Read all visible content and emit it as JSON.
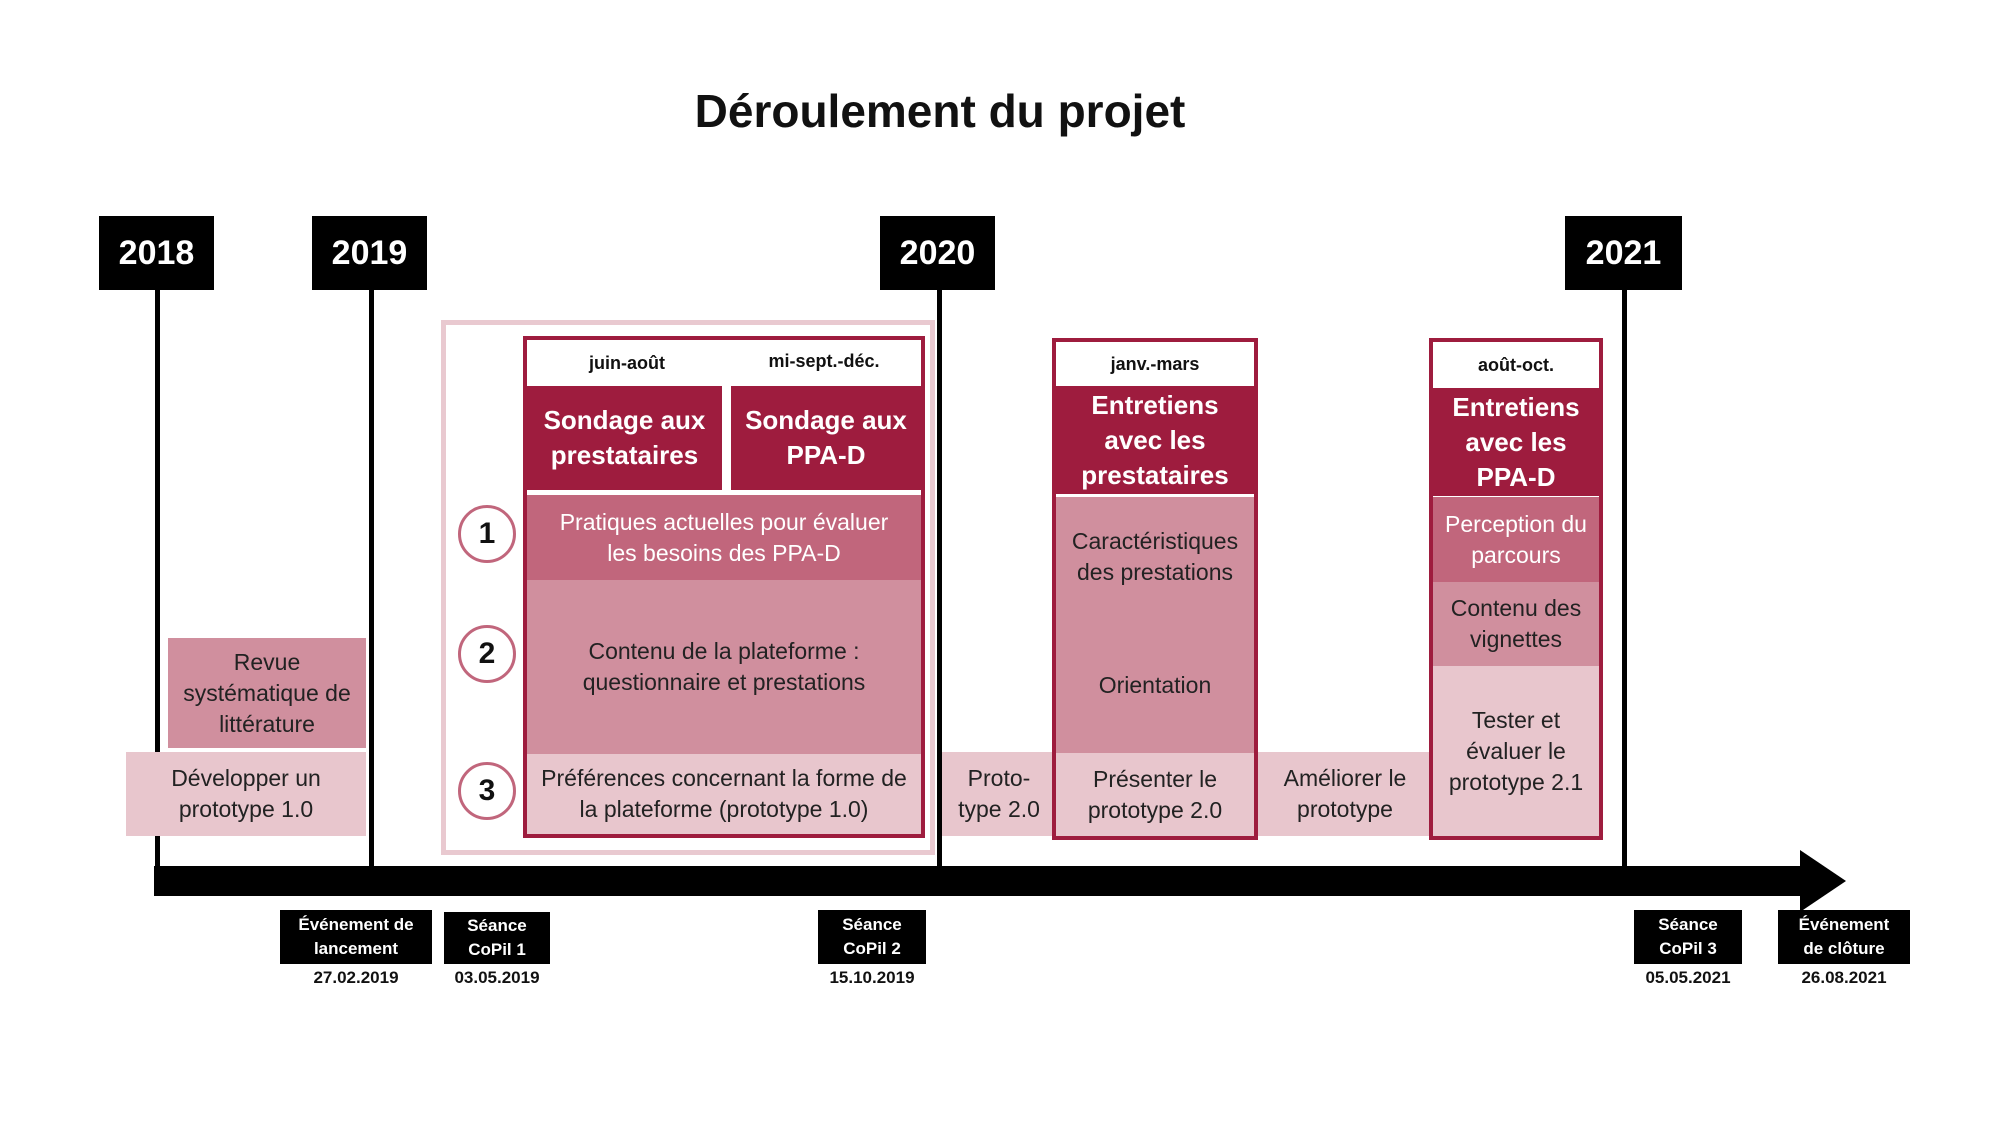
{
  "title": "Déroulement du projet",
  "years": [
    "2018",
    "2019",
    "2020",
    "2021"
  ],
  "left": {
    "review": "Revue systématique de littérature",
    "develop": "Développer un prototype 1.0"
  },
  "phase1": {
    "header_a": "juin-août",
    "header_b": "mi-sept.-déc.",
    "title_a": "Sondage aux prestataires",
    "title_b": "Sondage aux PPA-D",
    "item1": "Pratiques actuelles pour évaluer les besoins des PPA-D",
    "item2": "Contenu de la plateforme : questionnaire et prestations",
    "item3": "Préférences concernant la forme de la plateforme (prototype 1.0)",
    "numbers": [
      "1",
      "2",
      "3"
    ]
  },
  "prototype2": "Proto-type 2.0",
  "phase2": {
    "header": "janv.-mars",
    "title": "Entretiens avec les prestataires",
    "item_a": "Caractéristiques des prestations",
    "item_b": "Orientation",
    "item_c": "Présenter le prototype 2.0"
  },
  "improve": "Améliorer le prototype",
  "phase3": {
    "header": "août-oct.",
    "title": "Entretiens avec les PPA-D",
    "item_a": "Perception du parcours",
    "item_b": "Contenu des vignettes",
    "item_c": "Tester et évaluer le prototype 2.1"
  },
  "events": [
    {
      "label": "Événement de lancement",
      "date": "27.02.2019"
    },
    {
      "label": "Séance CoPil 1",
      "date": "03.05.2019"
    },
    {
      "label": "Séance CoPil 2",
      "date": "15.10.2019"
    },
    {
      "label": "Séance CoPil 3",
      "date": "05.05.2021"
    },
    {
      "label": "Événement de clôture",
      "date": "26.08.2021"
    }
  ],
  "colors": {
    "dark": "#9e1c3e",
    "medium": "#d08f9e",
    "light": "#e8c6cd"
  }
}
